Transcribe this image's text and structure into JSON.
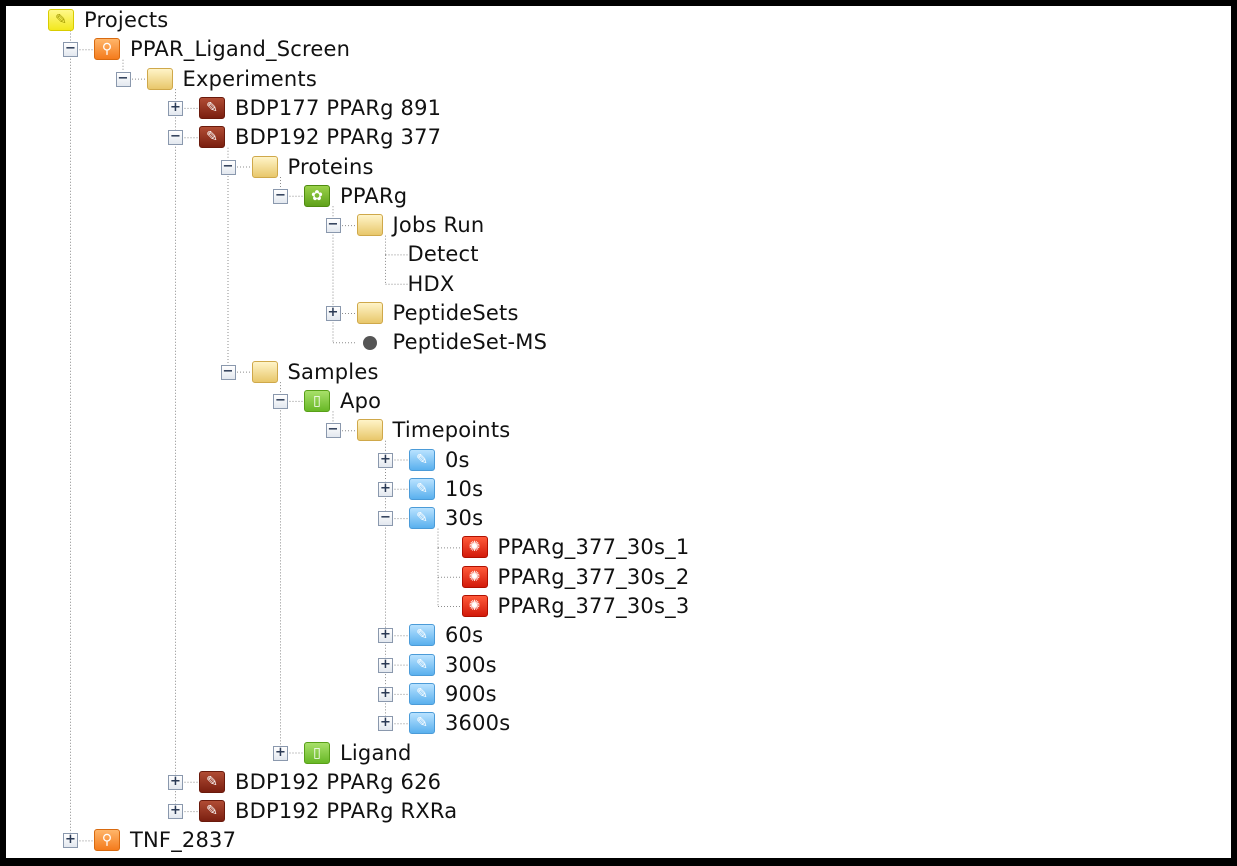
{
  "tree": [
    {
      "id": "projects",
      "label": "Projects",
      "icon": "project-icon",
      "depth": 0,
      "toggle": null
    },
    {
      "id": "ppar-ligand-screen",
      "label": "PPAR_Ligand_Screen",
      "icon": "search-icon",
      "depth": 1,
      "toggle": "−"
    },
    {
      "id": "experiments",
      "label": "Experiments",
      "icon": "folder-icon",
      "depth": 2,
      "toggle": "−"
    },
    {
      "id": "bdp177-pparg-891",
      "label": "BDP177 PPARg 891",
      "icon": "experiment-icon",
      "depth": 3,
      "toggle": "+"
    },
    {
      "id": "bdp192-pparg-377",
      "label": "BDP192  PPARg 377",
      "icon": "experiment-icon",
      "depth": 3,
      "toggle": "−"
    },
    {
      "id": "proteins",
      "label": "Proteins",
      "icon": "folder-icon",
      "depth": 4,
      "toggle": "−"
    },
    {
      "id": "pparg",
      "label": "PPARg",
      "icon": "protein-icon",
      "depth": 5,
      "toggle": "−"
    },
    {
      "id": "jobs-run",
      "label": "Jobs Run",
      "icon": "folder-icon",
      "depth": 6,
      "toggle": "−"
    },
    {
      "id": "detect",
      "label": "Detect",
      "icon": null,
      "depth": 7,
      "toggle": null
    },
    {
      "id": "hdx",
      "label": "HDX",
      "icon": null,
      "depth": 7,
      "toggle": null
    },
    {
      "id": "peptidesets",
      "label": "PeptideSets",
      "icon": "folder-icon",
      "depth": 6,
      "toggle": "+"
    },
    {
      "id": "peptideset-ms",
      "label": "PeptideSet-MS",
      "icon": "dot-icon",
      "depth": 6,
      "toggle": null
    },
    {
      "id": "samples",
      "label": "Samples",
      "icon": "folder-icon",
      "depth": 4,
      "toggle": "−"
    },
    {
      "id": "apo",
      "label": "Apo",
      "icon": "sample-tube-icon",
      "depth": 5,
      "toggle": "−"
    },
    {
      "id": "timepoints",
      "label": "Timepoints",
      "icon": "folder-icon",
      "depth": 6,
      "toggle": "−"
    },
    {
      "id": "tp-0s",
      "label": "0s",
      "icon": "timepoint-icon",
      "depth": 7,
      "toggle": "+"
    },
    {
      "id": "tp-10s",
      "label": "10s",
      "icon": "timepoint-icon",
      "depth": 7,
      "toggle": "+"
    },
    {
      "id": "tp-30s",
      "label": "30s",
      "icon": "timepoint-icon",
      "depth": 7,
      "toggle": "−"
    },
    {
      "id": "run-30s-1",
      "label": "PPARg_377_30s_1",
      "icon": "run-icon",
      "depth": 8,
      "toggle": null
    },
    {
      "id": "run-30s-2",
      "label": "PPARg_377_30s_2",
      "icon": "run-icon",
      "depth": 8,
      "toggle": null
    },
    {
      "id": "run-30s-3",
      "label": "PPARg_377_30s_3",
      "icon": "run-icon",
      "depth": 8,
      "toggle": null
    },
    {
      "id": "tp-60s",
      "label": "60s",
      "icon": "timepoint-icon",
      "depth": 7,
      "toggle": "+"
    },
    {
      "id": "tp-300s",
      "label": "300s",
      "icon": "timepoint-icon",
      "depth": 7,
      "toggle": "+"
    },
    {
      "id": "tp-900s",
      "label": "900s",
      "icon": "timepoint-icon",
      "depth": 7,
      "toggle": "+"
    },
    {
      "id": "tp-3600s",
      "label": "3600s",
      "icon": "timepoint-icon",
      "depth": 7,
      "toggle": "+"
    },
    {
      "id": "ligand",
      "label": "Ligand",
      "icon": "sample-tube-icon",
      "depth": 5,
      "toggle": "+"
    },
    {
      "id": "bdp192-pparg-626",
      "label": "BDP192 PPARg 626",
      "icon": "experiment-icon",
      "depth": 3,
      "toggle": "+"
    },
    {
      "id": "bdp192-pparg-rxra",
      "label": "BDP192 PPARg RXRa",
      "icon": "experiment-icon",
      "depth": 3,
      "toggle": "+"
    },
    {
      "id": "tnf-2837",
      "label": "TNF_2837",
      "icon": "search-icon",
      "depth": 1,
      "toggle": "+"
    }
  ]
}
